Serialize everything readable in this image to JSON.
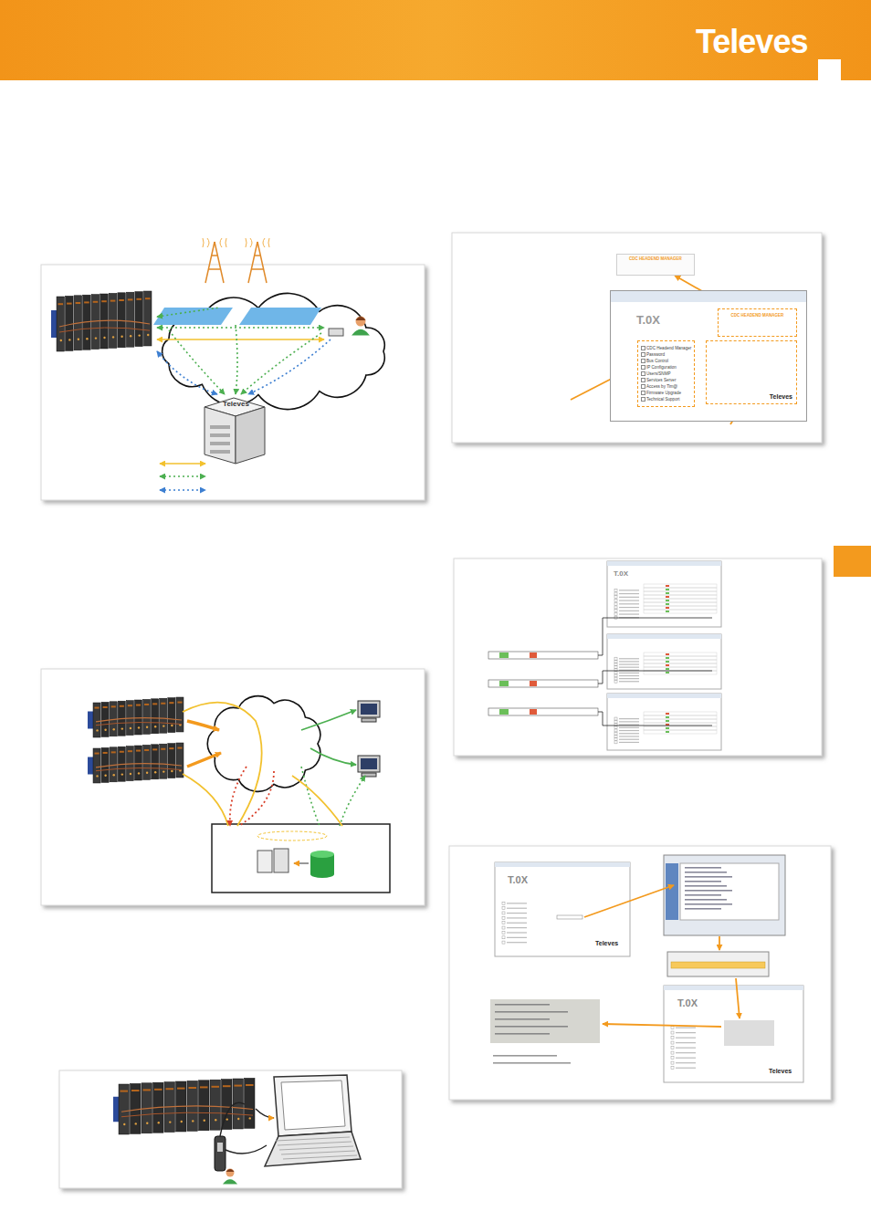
{
  "diagram": {
    "nodes": [
      {
        "text": [
          "Televes"
        ]
      },
      {
        "text": [
          "CDC HEADEND MANAGER"
        ]
      },
      {
        "text": [
          "T.0X"
        ]
      },
      {
        "text": [
          "CDC HEADEND MANAGER"
        ],
        "in": 2
      },
      {
        "text": [
          "CDC Headend Manager",
          "Password",
          "Bus Control",
          "IP Configuration",
          "Users/SNMP",
          "Services Server",
          "Access by Tim@",
          "Firmware Upgrade",
          "Technical Support"
        ],
        "in": 2
      },
      {
        "text": [
          "Televes"
        ],
        "in": 2
      }
    ],
    "edges": [
      {
        "from": 3,
        "to": 1,
        "arrow": "to"
      }
    ],
    "labels": [
      "Televes",
      "T.0X",
      "T.0X",
      "Televes",
      "T.0X",
      "Televes"
    ]
  }
}
